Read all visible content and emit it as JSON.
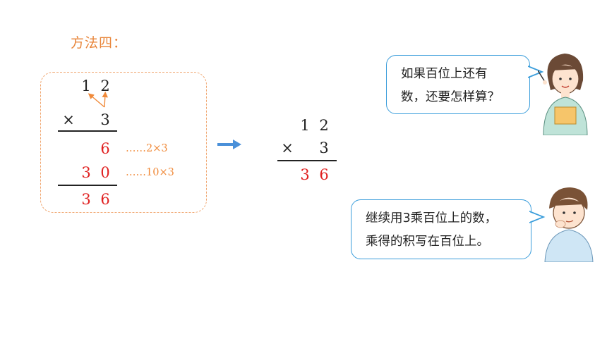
{
  "title": "方法四：",
  "method_box": {
    "multiplicand": [
      "1",
      "2"
    ],
    "operator": "×",
    "multiplier": "3",
    "partial_1": "6",
    "partial_1_note": "……2×3",
    "partial_2": [
      "3",
      "0"
    ],
    "partial_2_note": "……10×3",
    "result": [
      "3",
      "6"
    ]
  },
  "compact_calc": {
    "multiplicand": [
      "1",
      "2"
    ],
    "operator": "×",
    "multiplier": "3",
    "result": [
      "3",
      "6"
    ]
  },
  "teacher_bubble": {
    "line1": "如果百位上还有",
    "line2": "数，还要怎样算？"
  },
  "student_bubble": {
    "line1": "继续用3乘百位上的数，",
    "line2": "乘得的积写在百位上。"
  },
  "colors": {
    "accent_orange": "#e8853a",
    "result_red": "#e02020",
    "bubble_border": "#3a9ddb",
    "arrow_blue": "#4a90d9"
  },
  "icons": {
    "arrow": "right-arrow-icon",
    "teacher": "teacher-illustration",
    "student": "student-illustration"
  }
}
